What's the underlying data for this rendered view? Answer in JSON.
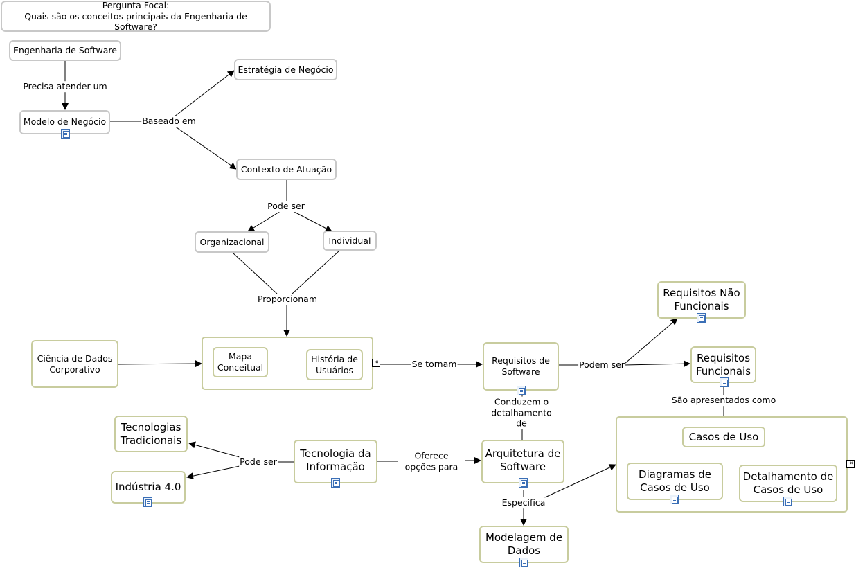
{
  "focal_question": {
    "title": "Pergunta Focal:",
    "question": "Quais são os conceitos principais da Engenharia de Software?"
  },
  "nodes": {
    "engenharia": "Engenharia de Software",
    "modelo_negocio": "Modelo de Negócio",
    "estrategia": "Estratégia de Negócio",
    "contexto": "Contexto de Atuação",
    "organizacional": "Organizacional",
    "individual": "Individual",
    "ciencia_dados": "Ciência de Dados Corporativo",
    "mapa_conceitual": "Mapa Conceitual",
    "historia_usuarios": "História de Usuários",
    "requisitos_software": "Requisitos de Software",
    "requisitos_nao_funcionais": "Requisitos Não Funcionais",
    "requisitos_funcionais": "Requisitos Funcionais",
    "casos_de_uso": "Casos de Uso",
    "diagramas_casos_uso": "Diagramas de Casos de Uso",
    "detalhamento_casos_uso": "Detalhamento de Casos de Uso",
    "tecnologias_tradicionais": "Tecnologias Tradicionais",
    "industria": "Indústria 4.0",
    "tecnologia_informacao": "Tecnologia da Informação",
    "arquitetura": "Arquitetura de Software",
    "modelagem_dados": "Modelagem de Dados"
  },
  "links": {
    "precisa_atender": "Precisa atender um",
    "baseado_em": "Baseado em",
    "pode_ser_1": "Pode ser",
    "proporcionam": "Proporcionam",
    "se_tornam": "Se tornam",
    "podem_ser": "Podem ser",
    "sao_apresentados": "São apresentados como",
    "conduzem": "Conduzem o detalhamento de",
    "pode_ser_2": "Pode ser",
    "oferece": "Oferece opções para",
    "especifica": "Especifica"
  },
  "icons": {
    "resource": "document-resource-icon",
    "collapse": "collapse-arrows-icon"
  },
  "colors": {
    "gray_border": "#c8c8c8",
    "green_border": "#c8cc9e",
    "icon_blue": "#3b6fb6"
  }
}
